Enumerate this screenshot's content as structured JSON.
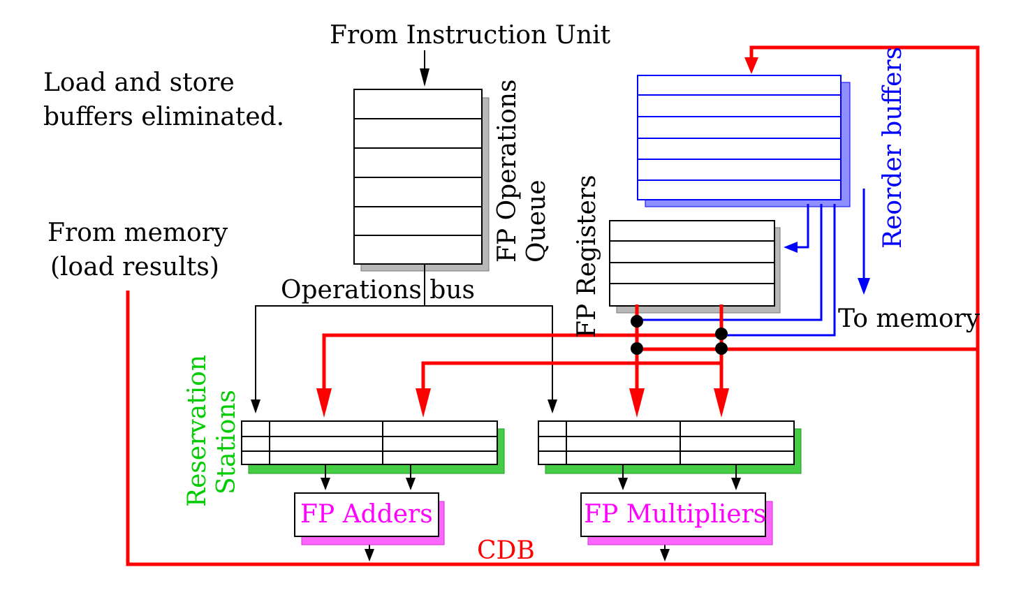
{
  "labels": {
    "from_instruction_unit": "From Instruction Unit",
    "note_line1": "Load and store",
    "note_line2": "buffers eliminated.",
    "from_memory_line1": "From memory",
    "from_memory_line2": "(load results)",
    "operations_bus": "Operations bus",
    "fp_operations_queue_line1": "FP Operations",
    "fp_operations_queue_line2": "Queue",
    "fp_registers": "FP Registers",
    "reorder_buffers": "Reorder buffers",
    "to_memory": "To memory",
    "reservation_stations_line1": "Reservation",
    "reservation_stations_line2": "Stations",
    "fp_adders": "FP Adders",
    "fp_multipliers": "FP Multipliers",
    "cdb": "CDB"
  },
  "colors": {
    "cdb_bus": "#ff0000",
    "reorder_buffer": "#0000ff",
    "reservation_label": "#00cc00",
    "functional_unit_text": "#ff00ff",
    "shadow": "#bbbbbb",
    "green_shadow": "#44cc44",
    "pink_shadow": "#ff66ff"
  }
}
